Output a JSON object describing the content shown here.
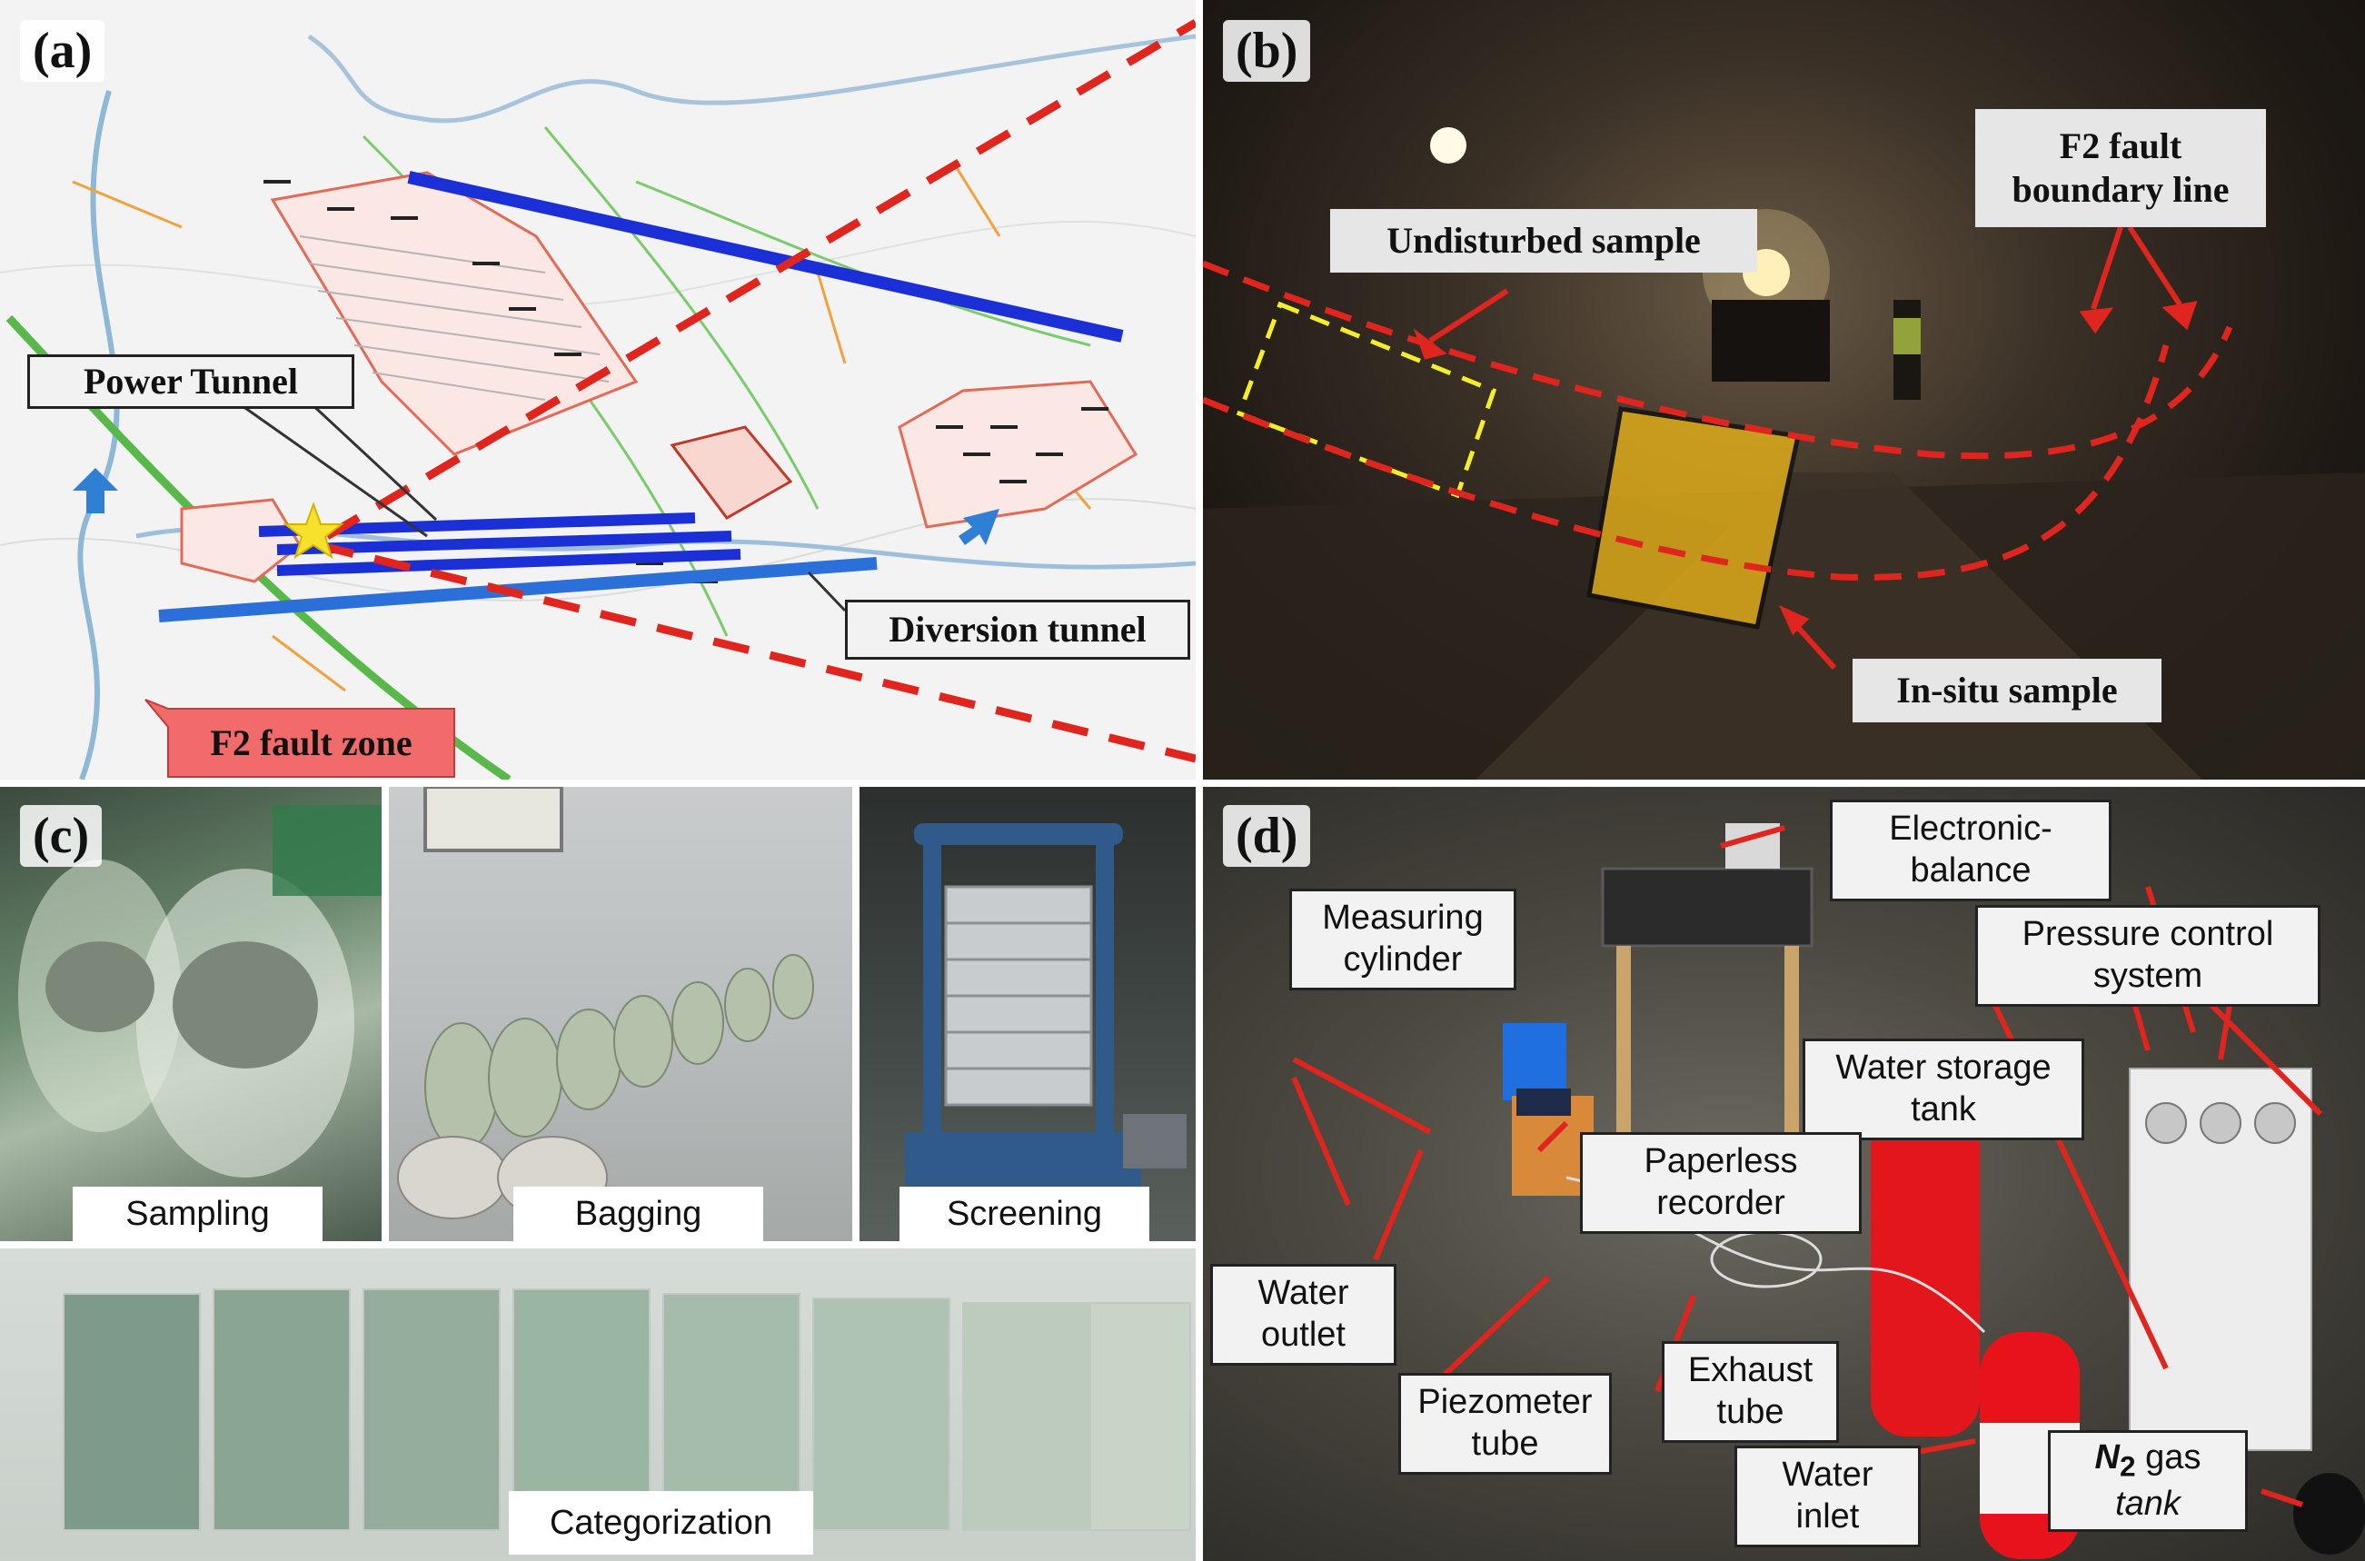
{
  "panels": {
    "a": {
      "label": "(a)",
      "power_tunnel": "Power Tunnel",
      "diversion_tunnel": "Diversion tunnel",
      "fault_zone": "F2 fault zone"
    },
    "b": {
      "label": "(b)",
      "boundary_line": "F2 fault boundary line",
      "undisturbed_sample": "Undisturbed sample",
      "insitu_sample": "In-situ sample"
    },
    "c": {
      "label": "(c)",
      "sampling": "Sampling",
      "bagging": "Bagging",
      "screening": "Screening",
      "categorization": "Categorization"
    },
    "d": {
      "label": "(d)",
      "electronic_balance_1": "Electronic-",
      "electronic_balance_2": "balance",
      "measuring_cylinder_1": "Measuring",
      "measuring_cylinder_2": "cylinder",
      "pressure_control_1": "Pressure control",
      "pressure_control_2": "system",
      "water_storage_1": "Water storage",
      "water_storage_2": "tank",
      "paperless_1": "Paperless",
      "paperless_2": "recorder",
      "water_outlet_1": "Water",
      "water_outlet_2": "outlet",
      "piezometer_1": "Piezometer",
      "piezometer_2": "tube",
      "exhaust_1": "Exhaust",
      "exhaust_2": "tube",
      "water_inlet_1": "Water",
      "water_inlet_2": "inlet",
      "n2_symbol": "N",
      "n2_sub": "2",
      "n2_gas": "gas",
      "n2_tank": "tank"
    }
  },
  "colors": {
    "tunnel_blue": "#1a2fd6",
    "fault_red": "#e0251f",
    "fault_zone_fill": "#f26b6b",
    "sample_yellow": "#e8b31a",
    "dashed_yellow": "#f4ee2a"
  }
}
